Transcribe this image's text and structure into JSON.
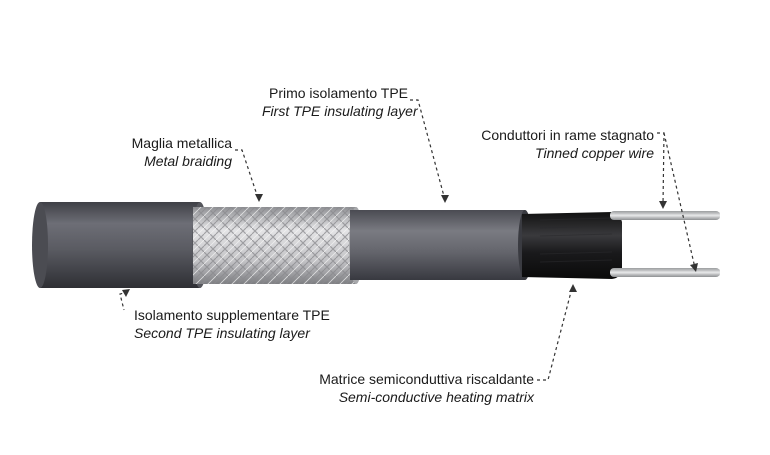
{
  "labels": {
    "primo": {
      "it": "Primo isolamento TPE",
      "en": "First TPE insulating layer"
    },
    "maglia": {
      "it": "Maglia metallica",
      "en": "Metal braiding"
    },
    "conduttori": {
      "it": "Conduttori in rame stagnato",
      "en": "Tinned copper wire"
    },
    "isolamento": {
      "it": "Isolamento supplementare TPE",
      "en": "Second TPE insulating layer"
    },
    "matrice": {
      "it": "Matrice semiconduttiva riscaldante",
      "en": "Semi-conductive heating matrix"
    }
  },
  "colors": {
    "jacket": "#5e5f66",
    "braid": "#c9c9cb",
    "core": "#1c1c1e",
    "wire": "#c4c6c8",
    "leader": "#333333"
  }
}
